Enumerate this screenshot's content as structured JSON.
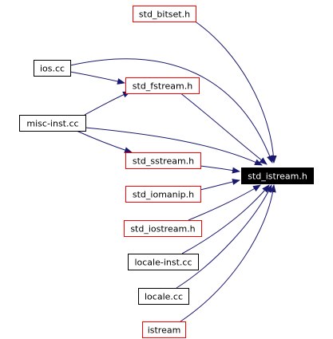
{
  "graph": {
    "nodes": [
      {
        "id": "std_bitset",
        "label": "std_bitset.h",
        "style": "red"
      },
      {
        "id": "ios_cc",
        "label": "ios.cc",
        "style": "black"
      },
      {
        "id": "std_fstream",
        "label": "std_fstream.h",
        "style": "red"
      },
      {
        "id": "misc_inst",
        "label": "misc-inst.cc",
        "style": "black"
      },
      {
        "id": "std_sstream",
        "label": "std_sstream.h",
        "style": "red"
      },
      {
        "id": "std_istream",
        "label": "std_istream.h",
        "style": "focus"
      },
      {
        "id": "std_iomanip",
        "label": "std_iomanip.h",
        "style": "red"
      },
      {
        "id": "std_iostream",
        "label": "std_iostream.h",
        "style": "red"
      },
      {
        "id": "locale_inst",
        "label": "locale-inst.cc",
        "style": "black"
      },
      {
        "id": "locale_cc",
        "label": "locale.cc",
        "style": "black"
      },
      {
        "id": "istream",
        "label": "istream",
        "style": "red"
      }
    ],
    "edges": [
      {
        "from": "std_bitset",
        "to": "std_istream"
      },
      {
        "from": "ios_cc",
        "to": "std_istream"
      },
      {
        "from": "ios_cc",
        "to": "std_fstream"
      },
      {
        "from": "std_fstream",
        "to": "std_istream"
      },
      {
        "from": "misc_inst",
        "to": "std_fstream"
      },
      {
        "from": "misc_inst",
        "to": "std_istream"
      },
      {
        "from": "misc_inst",
        "to": "std_sstream"
      },
      {
        "from": "std_sstream",
        "to": "std_istream"
      },
      {
        "from": "std_iomanip",
        "to": "std_istream"
      },
      {
        "from": "std_iostream",
        "to": "std_istream"
      },
      {
        "from": "locale_inst",
        "to": "std_istream"
      },
      {
        "from": "locale_cc",
        "to": "std_istream"
      },
      {
        "from": "istream",
        "to": "std_istream"
      }
    ]
  },
  "colors": {
    "edge": "#191970",
    "red_border": "#ff0000",
    "black_border": "#000000",
    "focus_fill": "#000000",
    "focus_text": "#ffffff",
    "text": "#000000"
  }
}
